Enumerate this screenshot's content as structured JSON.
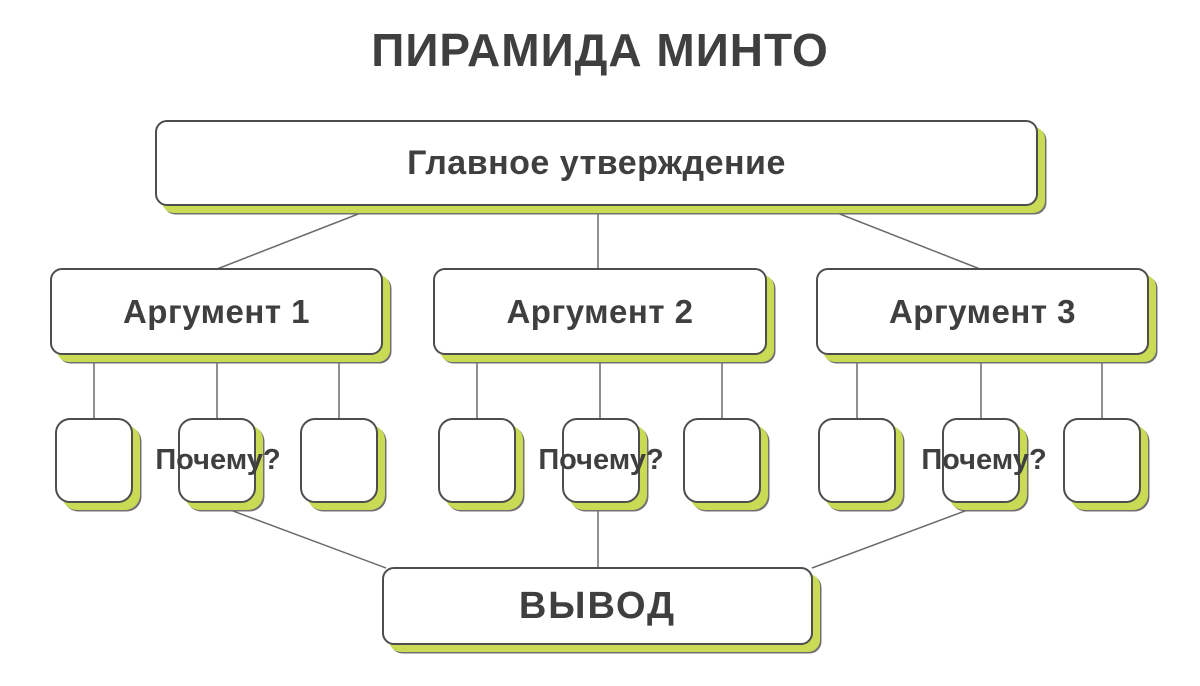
{
  "title": "ПИРАМИДА МИНТО",
  "main_box": {
    "label": "Главное утверждение"
  },
  "arguments": [
    {
      "label": "Аргумент 1",
      "why_label": "Почему?"
    },
    {
      "label": "Аргумент 2",
      "why_label": "Почему?"
    },
    {
      "label": "Аргумент 3",
      "why_label": "Почему?"
    }
  ],
  "conclusion": {
    "label": "ВЫВОД"
  },
  "colors": {
    "accent_green": "#c9da55",
    "ink": "#3f3f3f",
    "border_gray": "#4d4d4d",
    "line_gray": "#6b6b6b",
    "shadow_rim": "#707070"
  }
}
